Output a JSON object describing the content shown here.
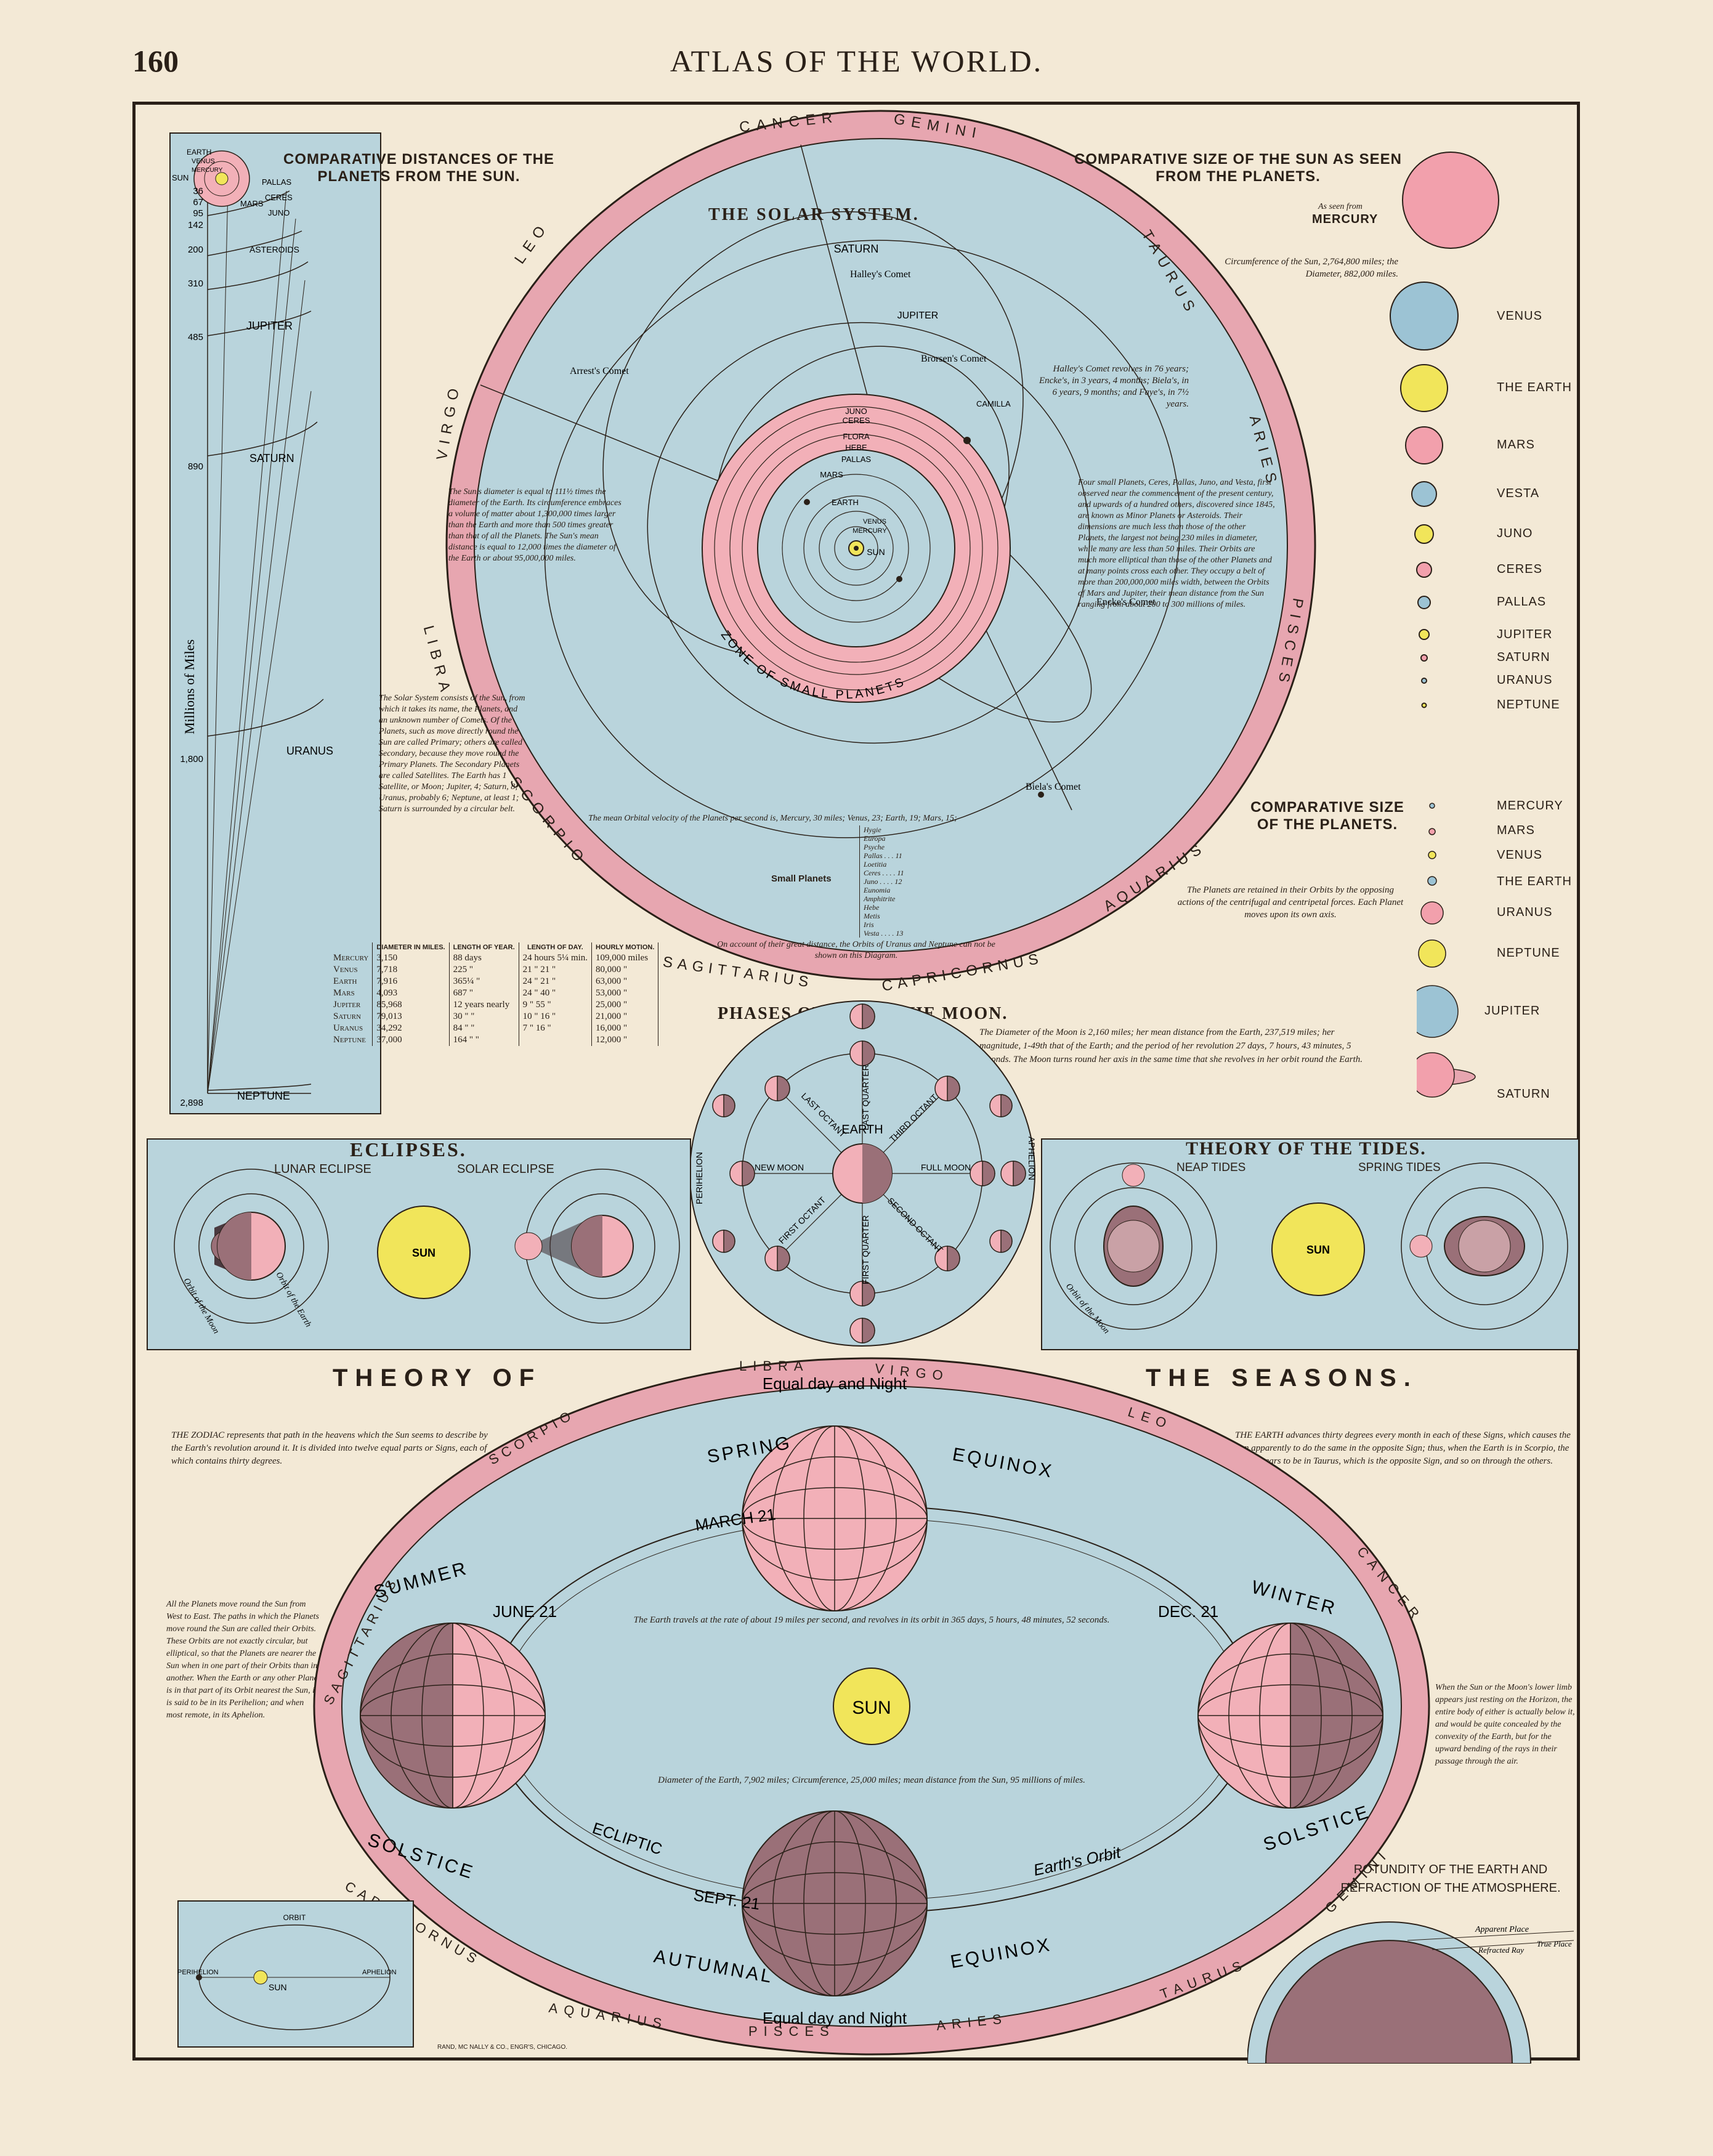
{
  "page": {
    "number": "160",
    "title": "ATLAS OF THE WORLD."
  },
  "distances": {
    "title": "COMPARATIVE DISTANCES OF THE PLANETS FROM THE SUN.",
    "axis_label": "Millions of Miles",
    "ticks": [
      "36",
      "67",
      "95",
      "142",
      "200",
      "310",
      "485",
      "890",
      "1,800",
      "2,898"
    ],
    "bands": [
      "EARTH",
      "VENUS",
      "MERCURY",
      "SUN",
      "PALLAS",
      "MARS",
      "CERES",
      "JUNO",
      "ASTEROIDS",
      "JUPITER",
      "SATURN",
      "URANUS",
      "NEPTUNE"
    ]
  },
  "solar_system": {
    "title": "THE SOLAR SYSTEM.",
    "zodiac": [
      "CANCER",
      "GEMINI",
      "TAURUS",
      "ARIES",
      "PISCES",
      "AQUARIUS",
      "CAPRICORNUS",
      "SAGITTARIUS",
      "SCORPIO",
      "LIBRA",
      "VIRGO",
      "LEO"
    ],
    "labels": {
      "saturn": "SATURN",
      "jupiter": "JUPITER",
      "camilla": "CAMILLA",
      "halley": "Halley's Comet",
      "arrest": "Arrest's Comet",
      "brorsen": "Brorsen's Comet",
      "encke": "Encke's Comet",
      "biela": "Biela's Comet",
      "juno": "JUNO",
      "ceres": "CERES",
      "flora": "FLORA",
      "hebe": "HEBE",
      "pallas": "PALLAS",
      "mars": "MARS",
      "earth": "EARTH",
      "venus": "VENUS",
      "mercury": "MERCURY",
      "sun": "SUN",
      "zone": "ZONE OF SMALL PLANETS"
    },
    "note_sun": "The Sun's diameter is equal to 111½ times the diameter of the Earth. Its circumference embraces a volume of matter about 1,300,000 times larger than the Earth and more than 500 times greater than that of all the Planets. The Sun's mean distance is equal to 12,000 times the diameter of the Earth or about 95,000,000 miles.",
    "note_comets": "Halley's Comet revolves in 76 years; Encke's, in 3 years, 4 months; Biela's, in 6 years, 9 months; and Faye's, in 7½ years.",
    "note_small": "Four small Planets, Ceres, Pallas, Juno, and Vesta, first observed near the commencement of the present century, and upwards of a hundred others, discovered since 1845, are known as Minor Planets or Asteroids. Their dimensions are much less than those of the other Planets, the largest not being 230 miles in diameter, while many are less than 50 miles. Their Orbits are much more elliptical than those of the other Planets and at many points cross each other. They occupy a belt of more than 200,000,000 miles width, between the Orbits of Mars and Jupiter, their mean distance from the Sun ranging from about 200 to 300 millions of miles.",
    "velocity": "The mean Orbital velocity of the Planets per second is, Mercury, 30 miles; Venus, 23; Earth, 19; Mars, 15;",
    "small_planets_label": "Small Planets",
    "small_planets": [
      "Hygie",
      "Europa",
      "Psyche",
      "Pallas . . . 11",
      "Loetitia",
      "Ceres . . . . 11",
      "Juno . . . . 12",
      "Eunomia",
      "Amphitrite",
      "Hebe",
      "Metis",
      "Iris",
      "Vesta . . . . 13"
    ],
    "distance_note": "On account of their great distance, the Orbits of Uranus and Neptune can not be shown on this Diagram."
  },
  "intro_note": "The Solar System consists of the Sun, from which it takes its name, the Planets, and an unknown number of Comets. Of the Planets, such as move directly round the Sun are called Primary; others are called Secondary, because they move round the Primary Planets. The Secondary Planets are called Satellites. The Earth has 1 Satellite, or Moon; Jupiter, 4; Saturn, 8; Uranus, probably 6; Neptune, at least 1; Saturn is surrounded by a circular belt.",
  "orbit_table": {
    "headers": [
      "DIAMETER IN MILES.",
      "LENGTH OF YEAR.",
      "LENGTH OF DAY.",
      "HOURLY MOTION."
    ],
    "rows": [
      [
        "Mercury",
        "3,150",
        "88 days",
        "24 hours 5¼ min.",
        "109,000 miles"
      ],
      [
        "Venus",
        "7,718",
        "225 \"",
        "21 \" 21 \"",
        "80,000 \""
      ],
      [
        "Earth",
        "7,916",
        "365¼ \"",
        "24 \" 21 \"",
        "63,000 \""
      ],
      [
        "Mars",
        "4,093",
        "687 \"",
        "24 \" 40 \"",
        "53,000 \""
      ],
      [
        "Jupiter",
        "85,968",
        "12 years nearly",
        "9 \" 55 \"",
        "25,000 \""
      ],
      [
        "Saturn",
        "79,013",
        "30 \" \"",
        "10 \" 16 \"",
        "21,000 \""
      ],
      [
        "Uranus",
        "34,292",
        "84 \" \"",
        "7 \" 16 \"",
        "16,000 \""
      ],
      [
        "Neptune",
        "37,000",
        "164 \" \"",
        "",
        "12,000 \""
      ]
    ]
  },
  "sun_size": {
    "title": "COMPARATIVE SIZE OF THE SUN AS SEEN FROM THE PLANETS.",
    "from_label": "As seen from",
    "note": "Circumference of the Sun, 2,764,800 miles; the Diameter, 882,000 miles.",
    "items": [
      "MERCURY",
      "VENUS",
      "THE EARTH",
      "MARS",
      "VESTA",
      "JUNO",
      "CERES",
      "PALLAS",
      "JUPITER",
      "SATURN",
      "URANUS",
      "NEPTUNE"
    ]
  },
  "planet_size": {
    "title": "COMPARATIVE SIZE OF THE PLANETS.",
    "items": [
      "MERCURY",
      "MARS",
      "VENUS",
      "THE EARTH",
      "URANUS",
      "NEPTUNE",
      "JUPITER",
      "SATURN"
    ],
    "note": "The Planets are retained in their Orbits by the opposing actions of the centrifugal and centripetal forces. Each Planet moves upon its own axis."
  },
  "moon": {
    "title_left": "PHASES OF",
    "title_right": "THE MOON.",
    "labels": {
      "earth": "EARTH",
      "new_moon": "NEW MOON",
      "full_moon": "FULL MOON",
      "first_quarter": "FIRST QUARTER",
      "last_quarter": "LAST QUARTER",
      "first_octant": "FIRST OCTANT",
      "second_octant": "SECOND OCTANT",
      "third_octant": "THIRD OCTANT",
      "last_octant": "LAST OCTANT",
      "perihelion": "PERIHELION",
      "aphelion": "APHELION"
    },
    "note": "The Diameter of the Moon is 2,160 miles; her mean distance from the Earth, 237,519 miles; her magnitude, 1-49th that of the Earth; and the period of her revolution 27 days, 7 hours, 43 minutes, 5 seconds. The Moon turns round her axis in the same time that she revolves in her orbit round the Earth."
  },
  "eclipses": {
    "title": "ECLIPSES.",
    "lunar": "LUNAR ECLIPSE",
    "solar": "SOLAR ECLIPSE",
    "sun": "SUN",
    "orbit_moon": "Orbit of the Moon",
    "orbit_earth": "Orbit of the Earth"
  },
  "tides": {
    "title": "THEORY OF THE TIDES.",
    "neap": "NEAP TIDES",
    "spring": "SPRING TIDES",
    "sun": "SUN",
    "orbit_moon": "Orbit of the Moon"
  },
  "seasons": {
    "title_left": "THEORY OF",
    "title_right": "THE SEASONS.",
    "zodiac": [
      "LIBRA",
      "VIRGO",
      "LEO",
      "CANCER",
      "GEMINI",
      "TAURUS",
      "ARIES",
      "PISCES",
      "AQUARIUS",
      "CAPRICORNUS",
      "SAGITTARIUS",
      "SCORPIO"
    ],
    "equal_day_top": "Equal day and Night",
    "equal_day_bottom": "Equal day and Night",
    "spring": "SPRING",
    "spring_equinox": "EQUINOX",
    "autumnal": "AUTUMNAL",
    "autumn_equinox": "EQUINOX",
    "summer": "SUMMER",
    "summer_solstice": "SOLSTICE",
    "winter": "WINTER",
    "winter_solstice": "SOLSTICE",
    "march": "MARCH 21",
    "june": "JUNE 21",
    "dec": "DEC. 21",
    "sept": "SEPT. 21",
    "ecliptic": "ECLIPTIC",
    "earth_orbit": "Earth's Orbit",
    "sun": "SUN",
    "travel_note": "The Earth travels at the rate of about 19 miles per second, and revolves in its orbit in 365 days, 5 hours, 48 minutes, 52 seconds.",
    "diameter_note": "Diameter of the Earth, 7,902 miles; Circumference, 25,000 miles; mean distance from the Sun, 95 millions of miles.",
    "zodiac_note": "THE ZODIAC represents that path in the heavens which the Sun seems to describe by the Earth's revolution around it. It is divided into twelve equal parts or Signs, each of which contains thirty degrees.",
    "earth_note": "THE EARTH advances thirty degrees every month in each of these Signs, which causes the Sun apparently to do the same in the opposite Sign; thus, when the Earth is in Scorpio, the Sun appears to be in Taurus, which is the opposite Sign, and so on through the others.",
    "west_east_note": "All the Planets move round the Sun from West to East. The paths in which the Planets move round the Sun are called their Orbits. These Orbits are not exactly circular, but elliptical, so that the Planets are nearer the Sun when in one part of their Orbits than in another. When the Earth or any other Planet is in that part of its Orbit nearest the Sun, it is said to be in its Perihelion; and when most remote, in its Aphelion.",
    "refraction_note": "When the Sun or the Moon's lower limb appears just resting on the Horizon, the entire body of either is actually below it, and would be quite concealed by the convexity of the Earth, but for the upward bending of the rays in their passage through the air.",
    "engraver": "RAND, MC NALLY & CO., ENGR'S, CHICAGO."
  },
  "perihelion_box": {
    "orbit": "ORBIT",
    "sun": "SUN",
    "perihelion": "PERIHELION",
    "aphelion": "APHELION"
  },
  "rotundity": {
    "title": "ROTUNDITY OF THE EARTH AND REFRACTION OF THE ATMOSPHERE.",
    "apparent": "Apparent Place",
    "true_place": "True Place",
    "refracted": "Refracted Ray"
  },
  "colors": {
    "paper": "#f3e9d6",
    "blue": "#b9d4dc",
    "pink": "#f2b0b8",
    "red": "#d9707e",
    "yellow": "#f1e55a",
    "brown": "#9a7078",
    "ink": "#2a2018"
  }
}
